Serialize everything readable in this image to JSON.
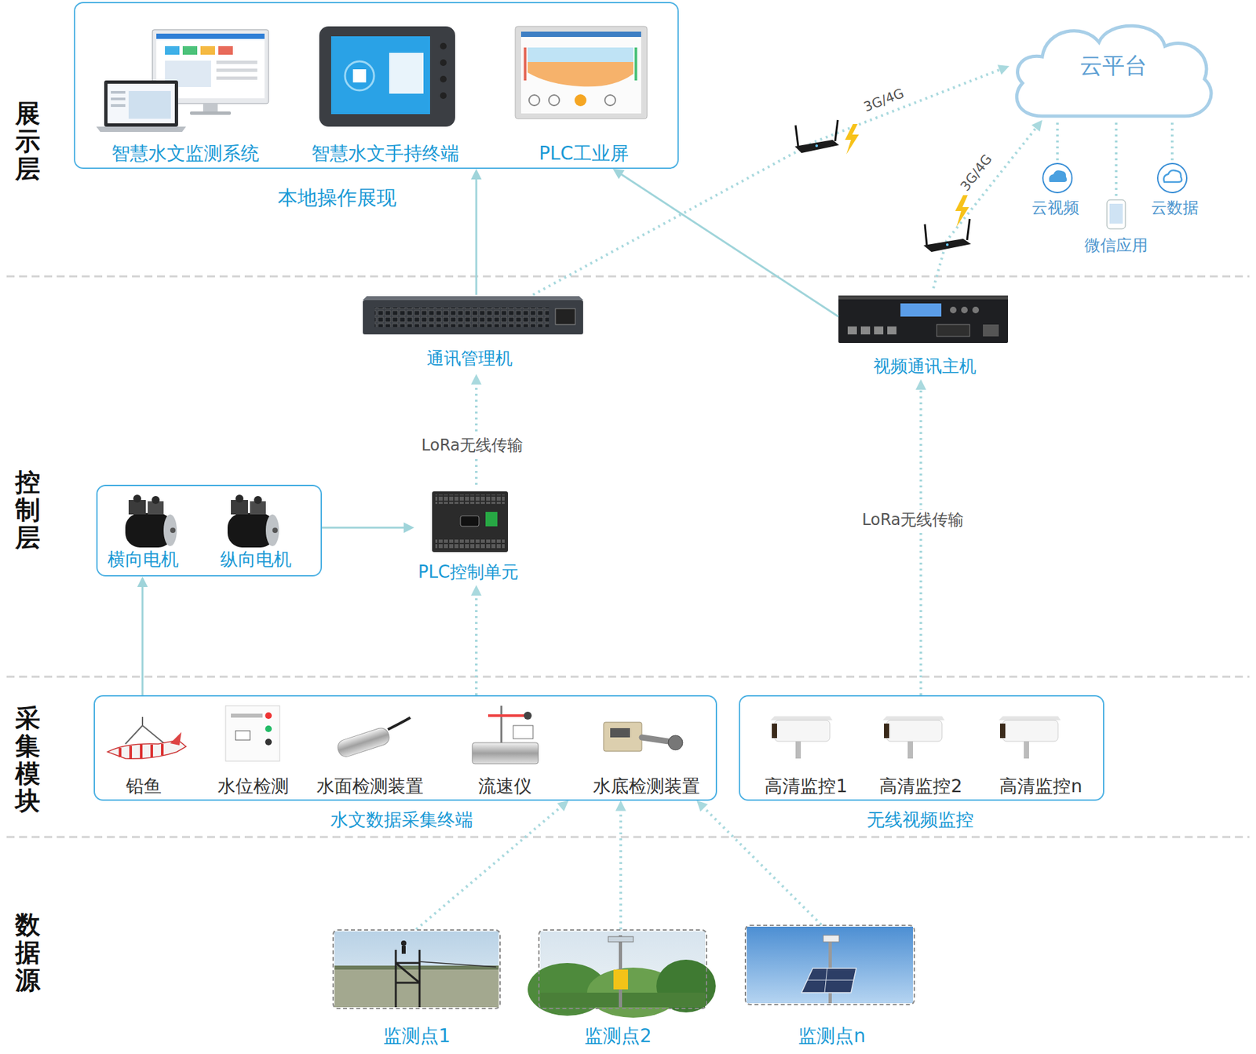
{
  "diagram": {
    "nodes": [
      {
        "text": [
          "智慧水文监测系统",
          "智慧水文手持终端",
          "PLC工业屏",
          "本地操作展现"
        ]
      },
      {
        "text": [
          "云平台"
        ]
      },
      {
        "text": [
          "通讯管理机"
        ]
      },
      {
        "text": [
          "视频通讯主机"
        ]
      },
      {
        "text": [
          "横向电机",
          "纵向电机"
        ]
      },
      {
        "text": [
          "PLC控制单元"
        ]
      },
      {
        "text": [
          "铅鱼",
          "水位检测",
          "水面检测装置",
          "流速仪",
          "水底检测装置",
          "水文数据采集终端"
        ]
      },
      {
        "text": [
          "高清监控1",
          "高清监控2",
          "高清监控n",
          "无线视频监控"
        ]
      },
      {
        "text": [
          "监测点1"
        ]
      },
      {
        "text": [
          "监测点2"
        ]
      },
      {
        "text": [
          "监测点n"
        ]
      }
    ],
    "edges": [
      {
        "from": 2,
        "to": 0,
        "arrow": "to"
      },
      {
        "from": 3,
        "to": 0,
        "arrow": "to"
      },
      {
        "from": 2,
        "to": 1,
        "label": "3G/4G",
        "arrow": "to"
      },
      {
        "from": 3,
        "to": 1,
        "label": "3G/4G",
        "arrow": "to"
      },
      {
        "from": 5,
        "to": 2,
        "label": "LoRa无线传输",
        "arrow": "to"
      },
      {
        "from": 4,
        "to": 5,
        "arrow": "to"
      },
      {
        "from": 6,
        "to": 4,
        "arrow": "to"
      },
      {
        "from": 6,
        "to": 5,
        "arrow": "to"
      },
      {
        "from": 7,
        "to": 3,
        "label": "LoRa无线传输",
        "arrow": "to"
      },
      {
        "from": 8,
        "to": 6,
        "arrow": "to"
      },
      {
        "from": 9,
        "to": 6,
        "arrow": "to"
      },
      {
        "from": 10,
        "to": 6,
        "arrow": "to"
      }
    ],
    "labels": [
      "展示层",
      "控制层",
      "采集模块",
      "数据源",
      "云视频",
      "微信应用",
      "云数据"
    ]
  }
}
